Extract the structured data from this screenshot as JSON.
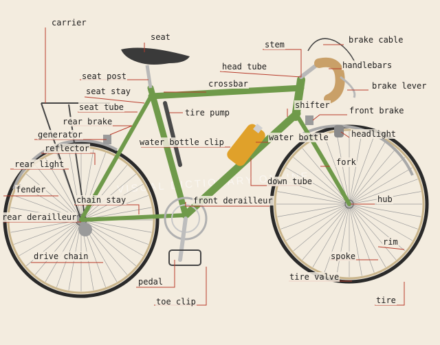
{
  "colors": {
    "background": "#f3ecdf",
    "frame": "#6f9a4a",
    "leader": "#b83a2a",
    "rim": "#c9b48a",
    "tire": "#2a2a2a",
    "bottle": "#e0a12a",
    "tape": "#c9a068"
  },
  "watermark": "VISUAL DICTIONARY ONLINE",
  "labels": {
    "carrier": "carrier",
    "seat": "seat",
    "stem": "stem",
    "brake_cable": "brake cable",
    "head_tube": "head tube",
    "handlebars": "handlebars",
    "seat_post": "seat post",
    "crossbar": "crossbar",
    "brake_lever": "brake lever",
    "seat_stay": "seat stay",
    "seat_tube": "seat tube",
    "shifter": "shifter",
    "front_brake": "front brake",
    "tire_pump": "tire pump",
    "rear_brake": "rear brake",
    "generator": "generator",
    "headlight": "headlight",
    "water_bottle": "water bottle",
    "reflector": "reflector",
    "water_bottle_clip": "water bottle clip",
    "rear_light": "rear light",
    "fork": "fork",
    "down_tube": "down tube",
    "fender": "fender",
    "chain_stay": "chain stay",
    "front_derailleur": "front derailleur",
    "hub": "hub",
    "rear_derailleur": "rear derailleur",
    "rim": "rim",
    "drive_chain": "drive chain",
    "spoke": "spoke",
    "tire_valve": "tire valve",
    "pedal": "pedal",
    "tire": "tire",
    "toe_clip": "toe clip"
  }
}
